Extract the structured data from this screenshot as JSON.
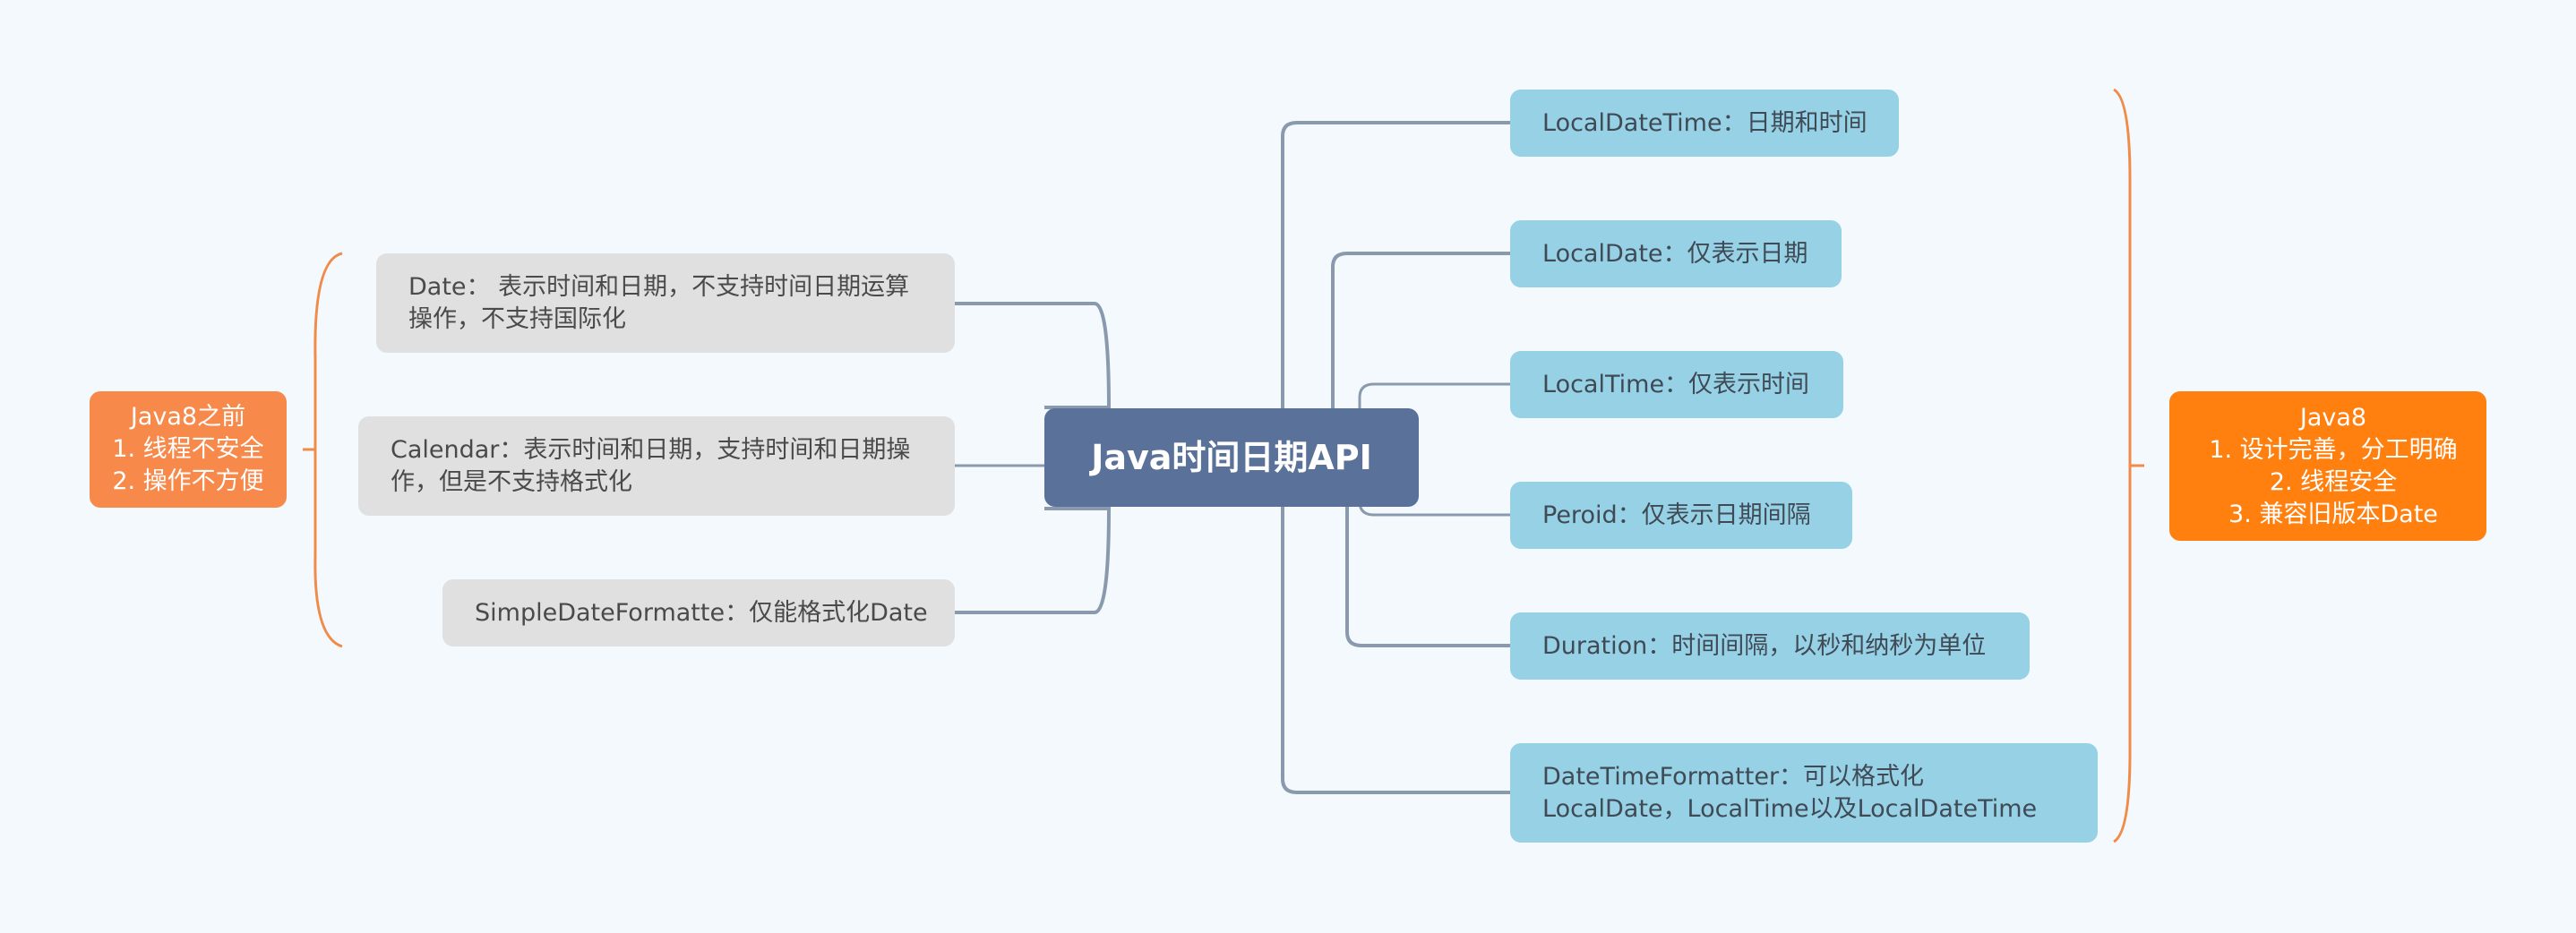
{
  "root": {
    "label": "Java时间日期API"
  },
  "left_nodes": [
    {
      "label": "Date： 表示时间和日期，不支持时间日期运算操作，不支持国际化"
    },
    {
      "label": "Calendar：表示时间和日期，支持时间和日期操作，但是不支持格式化"
    },
    {
      "label": "SimpleDateFormatte：仅能格式化Date"
    }
  ],
  "right_nodes": [
    {
      "label": "LocalDateTime：日期和时间"
    },
    {
      "label": "LocalDate：仅表示日期"
    },
    {
      "label": "LocalTime：仅表示时间"
    },
    {
      "label": "Peroid：仅表示日期间隔"
    },
    {
      "label": "Duration：时间间隔，以秒和纳秒为单位"
    },
    {
      "label": "DateTimeFormatter：可以格式化LocalDate，LocalTime以及LocalDateTime"
    }
  ],
  "summary_left": {
    "title": "Java8之前",
    "items": [
      "1. 线程不安全",
      "2. 操作不方便"
    ]
  },
  "summary_right": {
    "title": "Java8",
    "items": [
      "1. 设计完善，分工明确",
      "2.  线程安全",
      "3. 兼容旧版本Date"
    ]
  },
  "colors": {
    "background": "#f4f9fd",
    "root": "#5a7299",
    "left_topic": "#e0e0e0",
    "right_topic": "#96d1e5",
    "summary_left": "#f7894b",
    "summary_right": "#ff7f0f",
    "connector": "#8a9aae",
    "brace": "#f08c4b"
  }
}
